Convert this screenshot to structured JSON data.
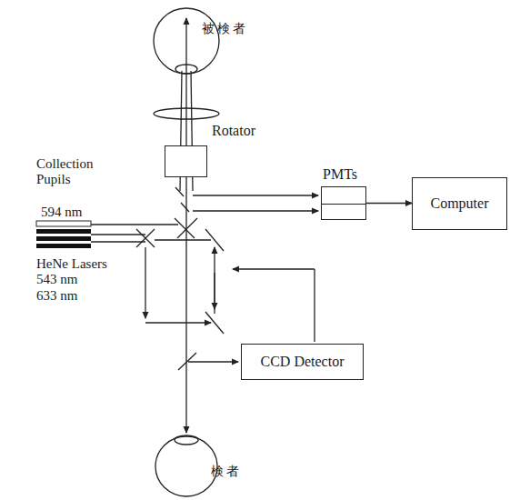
{
  "diagram": {
    "nodes": [
      {
        "text": [
          "Rotator"
        ]
      },
      {
        "text": [
          "PMTs"
        ]
      },
      {
        "text": [
          "Computer"
        ]
      },
      {
        "text": [
          "CCD Detector"
        ]
      }
    ],
    "edges": [
      {
        "from": 1,
        "to": 2,
        "arrow": "to"
      }
    ],
    "labels": [
      "被検者",
      "Collection Pupils",
      "594 nm",
      "HeNe Lasers",
      "543 nm",
      "633 nm",
      "検者"
    ]
  }
}
